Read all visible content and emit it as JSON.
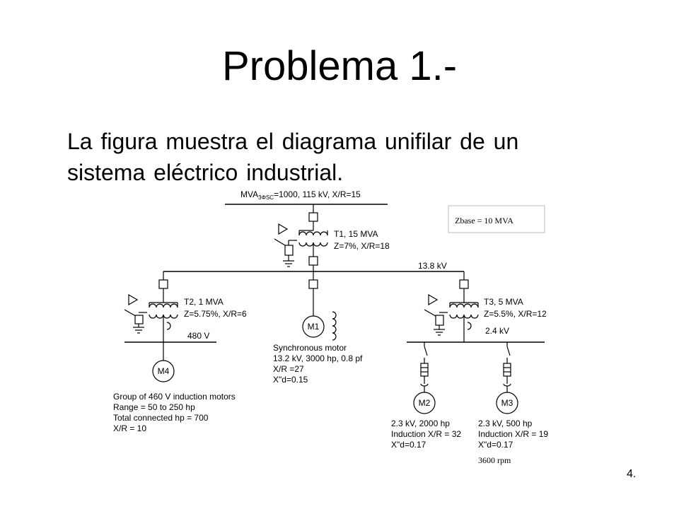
{
  "slide": {
    "title": "Problema 1.-",
    "intro": "La figura muestra el diagrama unifilar de un sistema eléctrico industrial.",
    "page_number": "4."
  },
  "diagram": {
    "utility": {
      "main": "MVA",
      "sub": "3ΦSC",
      "rest": "=1000, 115 kV, X/R=15"
    },
    "zbase": "Zbase = 10 MVA",
    "t1": {
      "line1": "T1, 15 MVA",
      "line2": "Z=7%, X/R=18"
    },
    "bus_138": "13.8 kV",
    "t2": {
      "line1": "T2, 1 MVA",
      "line2": "Z=5.75%, X/R=6"
    },
    "bus_480": "480 V",
    "t3": {
      "line1": "T3, 5 MVA",
      "line2": "Z=5.5%, X/R=12"
    },
    "bus_24": "2.4 kV",
    "m1": {
      "label": "M1",
      "lines": [
        "Synchronous motor",
        "13.2 kV, 3000 hp, 0.8 pf",
        "X/R =27",
        "X\"d=0.15"
      ]
    },
    "m4": {
      "label": "M4",
      "lines": [
        "Group of 460 V induction motors",
        "Range = 50 to 250 hp",
        "Total connected hp = 700",
        "X/R = 10"
      ]
    },
    "m2": {
      "label": "M2",
      "lines": [
        "2.3 kV, 2000 hp",
        "Induction X/R = 32",
        "X\"d=0.17"
      ]
    },
    "m3": {
      "label": "M3",
      "lines": [
        "2.3 kV, 500 hp",
        "Induction X/R = 19",
        "X\"d=0.17"
      ],
      "speed": "3600 rpm"
    }
  }
}
